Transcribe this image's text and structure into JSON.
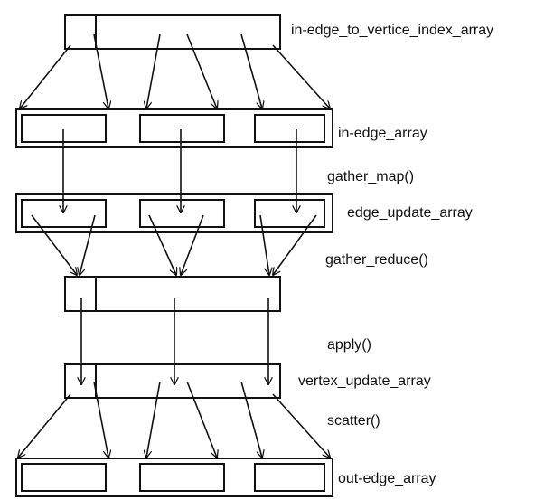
{
  "labels": {
    "in_edge_to_vertice_index_array": "in-edge_to_vertice_index_array",
    "in_edge_array": "in-edge_array",
    "gather_map": "gather_map()",
    "edge_update_array": "edge_update_array",
    "gather_reduce": "gather_reduce()",
    "apply": "apply()",
    "vertex_update_array": "vertex_update_array",
    "scatter": "scatter()",
    "out_edge_array": "out-edge_array"
  }
}
